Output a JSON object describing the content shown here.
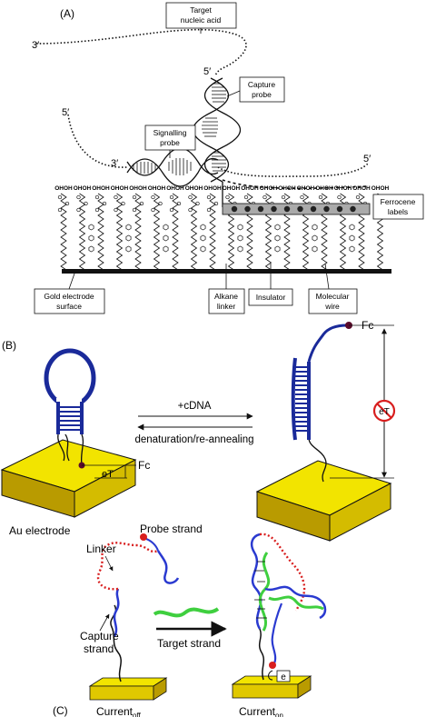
{
  "panelA": {
    "label": "(A)",
    "callouts": {
      "target": [
        "Target",
        "nucleic acid"
      ],
      "capture": [
        "Capture",
        "probe"
      ],
      "signalling": [
        "Signalling",
        "probe"
      ],
      "ferrocene": [
        "Ferrocene",
        "labels"
      ],
      "gold": [
        "Gold electrode",
        "surface"
      ],
      "alkane": [
        "Alkane",
        "linker"
      ],
      "insulator": "Insulator",
      "wire": [
        "Molecular",
        "wire"
      ]
    },
    "ends": {
      "three_prime": "3′",
      "five_prime": "5′"
    },
    "sam_head": "OHOH"
  },
  "panelB": {
    "label": "(B)",
    "arrow_forward": "+cDNA",
    "arrow_back": "denaturation/re-annealing",
    "fc": "Fc",
    "et": "eT",
    "electrode": "Au electrode"
  },
  "panelC": {
    "label": "(C)",
    "linker": "Linker",
    "probe_strand": "Probe strand",
    "capture": [
      "Capture",
      "strand"
    ],
    "target_strand": "Target strand",
    "current_base": "Current",
    "off_sub": "off",
    "on_sub": "on",
    "et": "e"
  },
  "colors": {
    "gold": "#f2e400",
    "gold_side": "#b99b00",
    "hairpin": "#1a2a9a",
    "red": "#d81e1e",
    "green": "#3fcf3f",
    "fc_dot": "#5a0a2a"
  }
}
